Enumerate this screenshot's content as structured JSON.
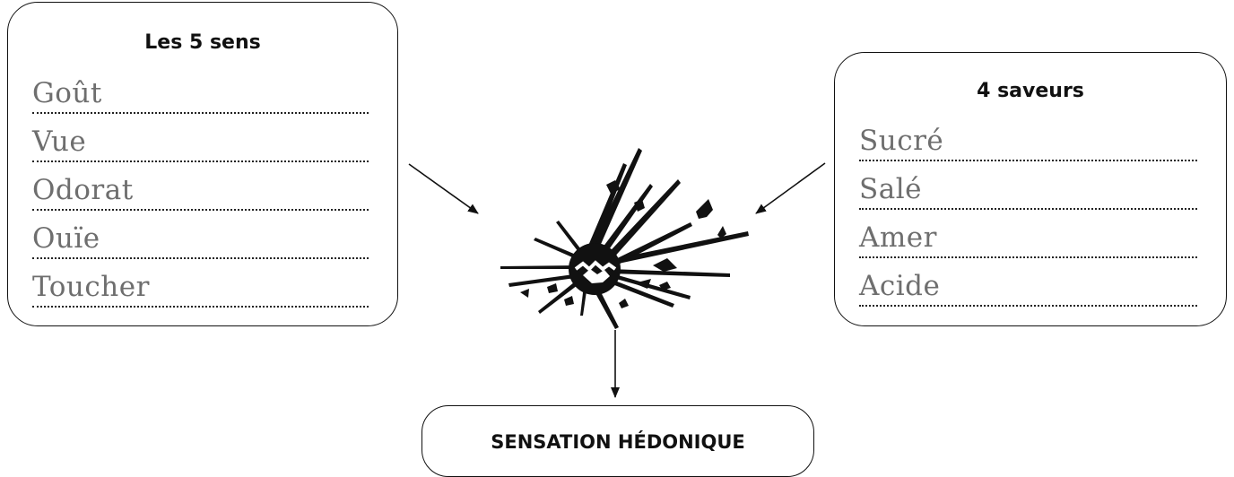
{
  "left_panel": {
    "title": "Les 5 sens",
    "items": [
      "Goût",
      "Vue",
      "Odorat",
      "Ouïe",
      "Toucher"
    ]
  },
  "right_panel": {
    "title": "4 saveurs",
    "items": [
      "Sucré",
      "Salé",
      "Amer",
      "Acide"
    ]
  },
  "result": {
    "label": "SENSATION HÉDONIQUE"
  },
  "icons": {
    "center": "explosion-icon"
  },
  "colors": {
    "text": "#111111",
    "item_text": "#6e6e6e",
    "stroke": "#111111"
  }
}
